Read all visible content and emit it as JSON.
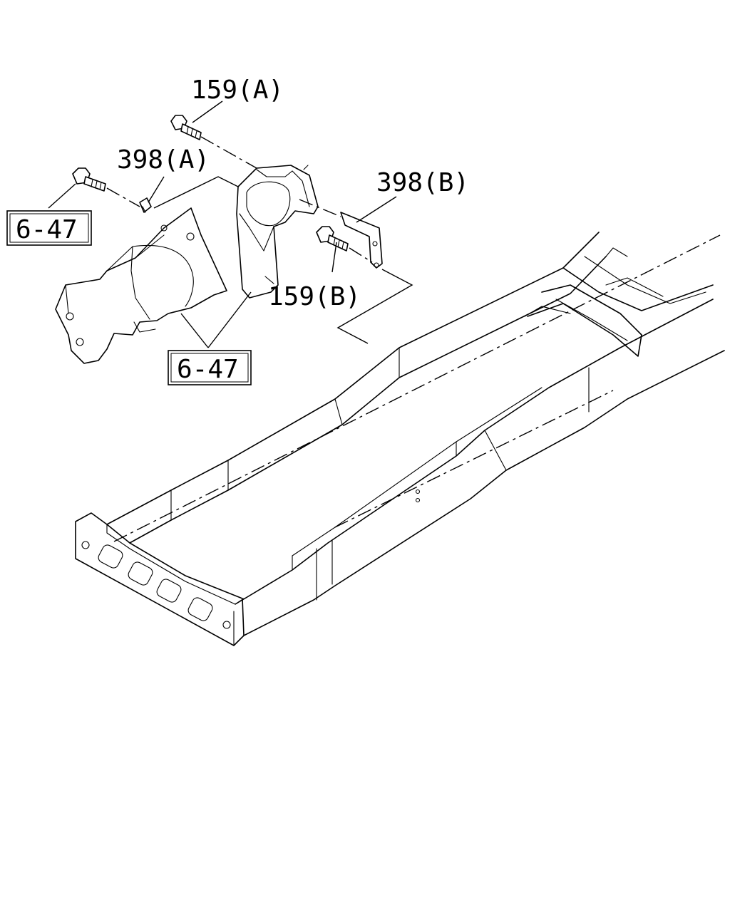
{
  "callouts": {
    "c159a": "159(A)",
    "c398a": "398(A)",
    "c398b": "398(B)",
    "c159b": "159(B)",
    "ref_left": "6-47",
    "ref_center": "6-47"
  }
}
